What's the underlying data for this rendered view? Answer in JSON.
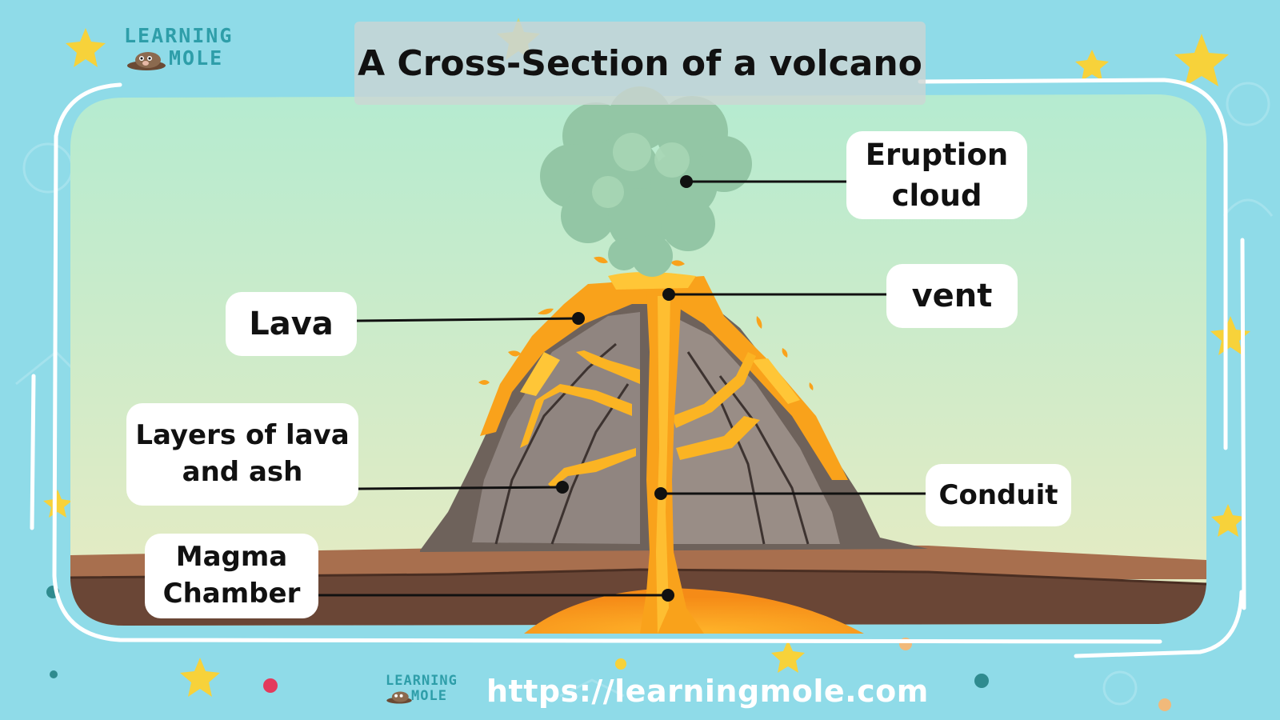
{
  "title": "A Cross-Section of a volcano",
  "brand": {
    "line1": "LEARNING",
    "line2": "MOLE"
  },
  "footer": {
    "url": "https://learningmole.com"
  },
  "labels": {
    "eruption_cloud": "Eruption cloud",
    "vent": "vent",
    "lava": "Lava",
    "layers": "Layers of lava and ash",
    "conduit": "Conduit",
    "magma_chamber": "Magma Chamber"
  },
  "colors": {
    "background": "#8fdbe8",
    "sky_top": "#b6ebd0",
    "sky_bottom": "#e7ebc4",
    "lava": "#f9a21b",
    "rock": "#8b7d75",
    "ground": "#9a6a4b",
    "cloud": "#93c5a4"
  }
}
